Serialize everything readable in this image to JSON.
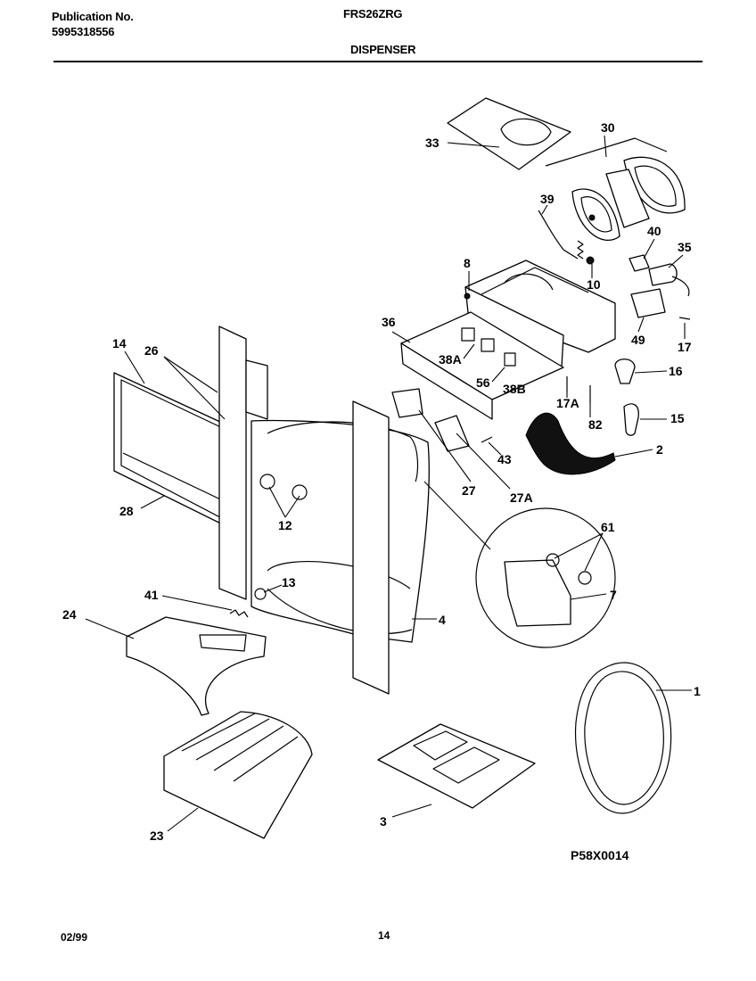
{
  "header": {
    "publication_label": "Publication No.",
    "publication_number": "5995318556",
    "model": "FRS26ZRG",
    "section": "DISPENSER"
  },
  "diagram": {
    "code": "P58X0014",
    "callouts": [
      "33",
      "30",
      "39",
      "40",
      "35",
      "8",
      "10",
      "36",
      "49",
      "17",
      "14",
      "26",
      "38A",
      "16",
      "56",
      "38B",
      "17A",
      "82",
      "15",
      "2",
      "43",
      "27",
      "27A",
      "28",
      "12",
      "61",
      "41",
      "13",
      "7",
      "24",
      "4",
      "1",
      "23",
      "3"
    ]
  },
  "footer": {
    "date": "02/99",
    "page": "14"
  }
}
